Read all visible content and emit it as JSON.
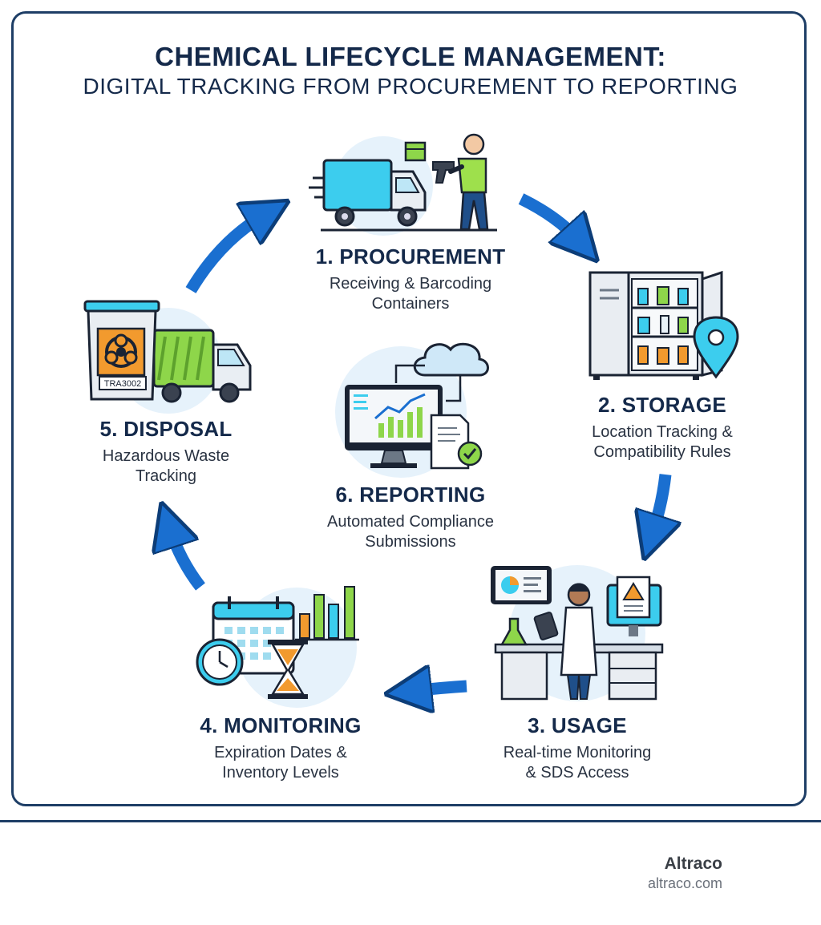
{
  "title": {
    "line1": "CHEMICAL LIFECYCLE MANAGEMENT:",
    "line2": "DIGITAL TRACKING FROM PROCUREMENT TO REPORTING"
  },
  "steps": [
    {
      "heading": "1. PROCUREMENT",
      "line1": "Receiving & Barcoding",
      "line2": "Containers"
    },
    {
      "heading": "2. STORAGE",
      "line1": "Location Tracking &",
      "line2": "Compatibility Rules"
    },
    {
      "heading": "3. USAGE",
      "line1": "Real-time Monitoring",
      "line2": "& SDS Access"
    },
    {
      "heading": "4. MONITORING",
      "line1": "Expiration Dates &",
      "line2": "Inventory Levels"
    },
    {
      "heading": "5. DISPOSAL",
      "line1": "Hazardous Waste",
      "line2": "Tracking"
    },
    {
      "heading": "6. REPORTING",
      "line1": "Automated Compliance",
      "line2": "Submissions"
    }
  ],
  "disposal_label": "TRA3002",
  "icons": [
    "delivery-truck-icon",
    "worker-scanner-icon",
    "storage-cabinet-icon",
    "location-pin-icon",
    "scientist-icon",
    "lab-bench-icon",
    "sds-warning-icon",
    "calendar-icon",
    "clock-icon",
    "hourglass-icon",
    "bar-chart-icon",
    "waste-bin-icon",
    "biohazard-icon",
    "garbage-truck-icon",
    "monitor-chart-icon",
    "cloud-icon",
    "document-check-icon"
  ],
  "colors": {
    "frame": "#1e3e66",
    "arrow": "#1a6fd0",
    "accent": "#38c8e8",
    "lime": "#8ed64a",
    "orange": "#f29a2e"
  },
  "brand": {
    "name": "Altraco",
    "url": "altraco.com"
  }
}
